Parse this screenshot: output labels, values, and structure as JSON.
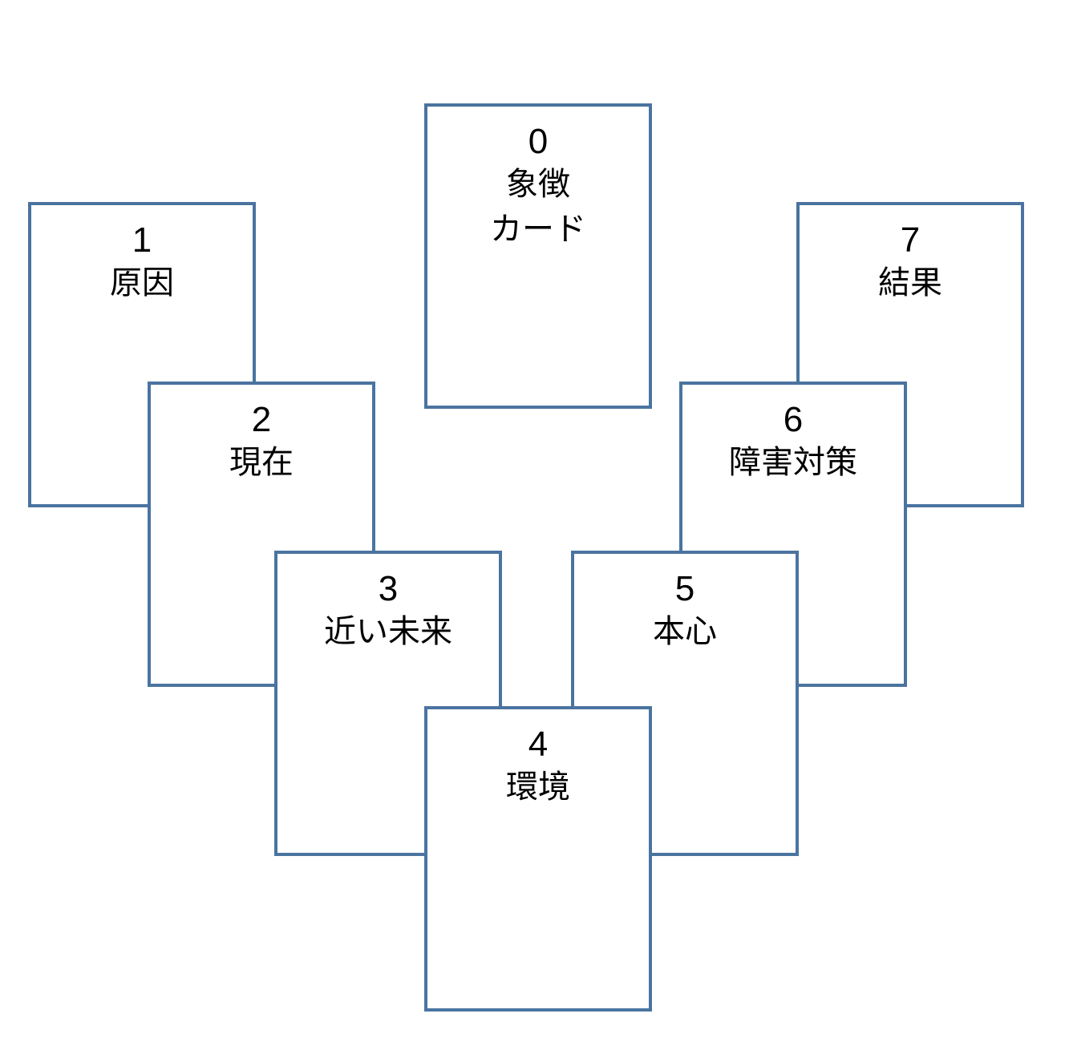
{
  "colors": {
    "card_border": "#4a74a0",
    "card_fill": "#ffffff",
    "text": "#000000",
    "background": "#ffffff"
  },
  "cards": [
    {
      "number": "0",
      "label": "象徴\nカード"
    },
    {
      "number": "1",
      "label": "原因"
    },
    {
      "number": "2",
      "label": "現在"
    },
    {
      "number": "3",
      "label": "近い未来"
    },
    {
      "number": "4",
      "label": "環境"
    },
    {
      "number": "5",
      "label": "本心"
    },
    {
      "number": "6",
      "label": "障害対策"
    },
    {
      "number": "7",
      "label": "結果"
    }
  ]
}
